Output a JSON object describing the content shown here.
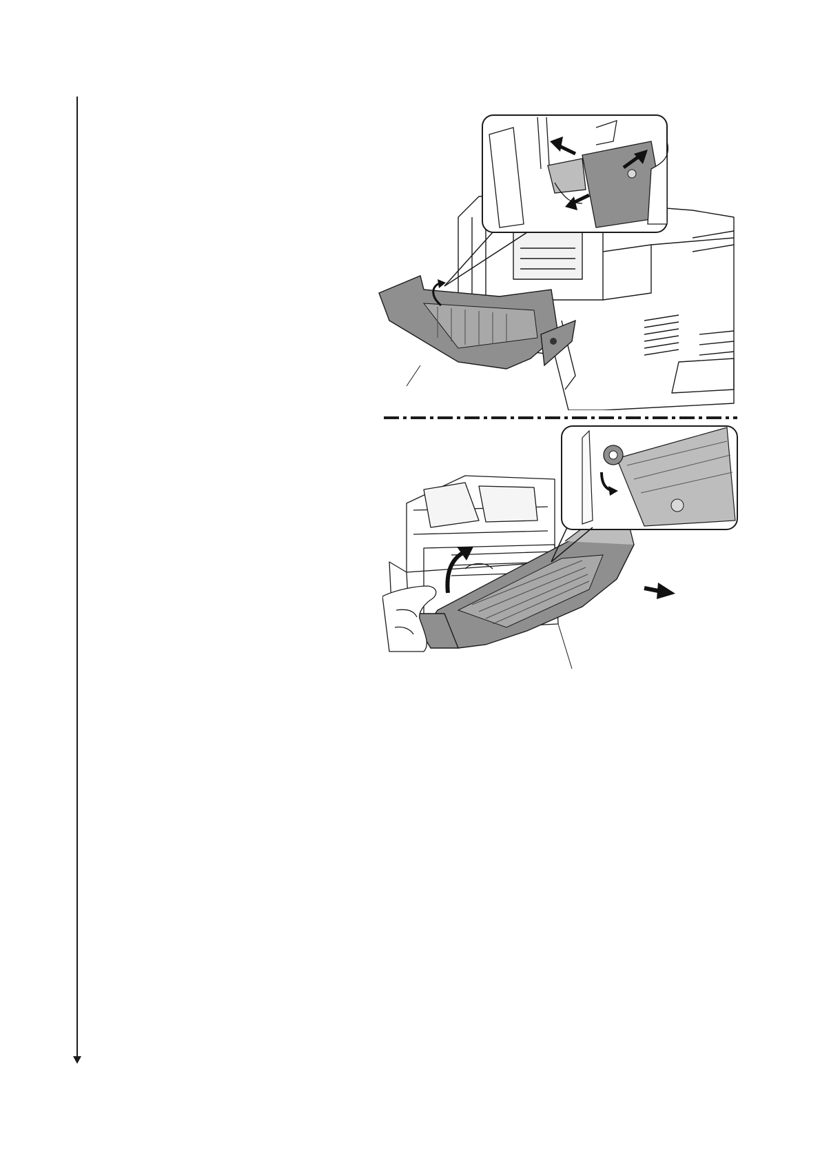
{
  "page": {
    "flowchart": {
      "arrow_icon": "down-arrow-icon"
    },
    "figures": [
      {
        "name": "front-cover-removal-step-1",
        "callout": "hinge-release-detail"
      },
      {
        "name": "front-cover-removal-step-2",
        "callout": "pivot-pin-detail"
      }
    ],
    "colors": {
      "line": "#1a1a1a",
      "part_fill": "#8f8f8f",
      "arrow_fill": "#111111"
    }
  }
}
